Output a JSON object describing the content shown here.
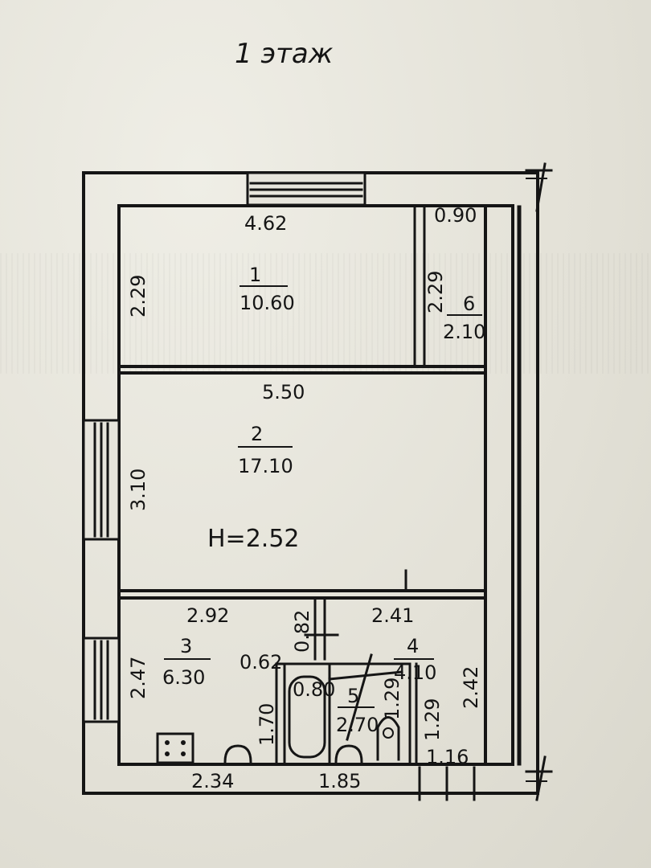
{
  "title": "1 этаж",
  "height_label": "H=2.52",
  "rooms": [
    {
      "number": "1",
      "area": "10.60"
    },
    {
      "number": "2",
      "area": "17.10"
    },
    {
      "number": "3",
      "area": "6.30"
    },
    {
      "number": "4",
      "area": "4.10"
    },
    {
      "number": "5",
      "area": "2.70"
    },
    {
      "number": "6",
      "area": "2.10"
    }
  ],
  "dimensions": {
    "top_room1_width": "4.62",
    "top_room6_width": "0.90",
    "room1_depth": "2.29",
    "room6_depth": "2.29",
    "room2_width": "5.50",
    "room2_depth": "3.10",
    "room3_width_top": "2.92",
    "room4_width_top": "2.41",
    "room3_depth": "2.47",
    "room4_depth": "2.42",
    "corridor_a": "0.82",
    "corridor_b": "0.62",
    "bath_width": "0.80",
    "bath_depth": "1.70",
    "wc_depth": "1.29",
    "wc_depth_b": "1.29",
    "bottom_room3": "2.34",
    "bottom_room5": "1.85",
    "bottom_room4": "1.16"
  },
  "colors": {
    "ink": "#151515",
    "paper": "#e7e5dc"
  }
}
